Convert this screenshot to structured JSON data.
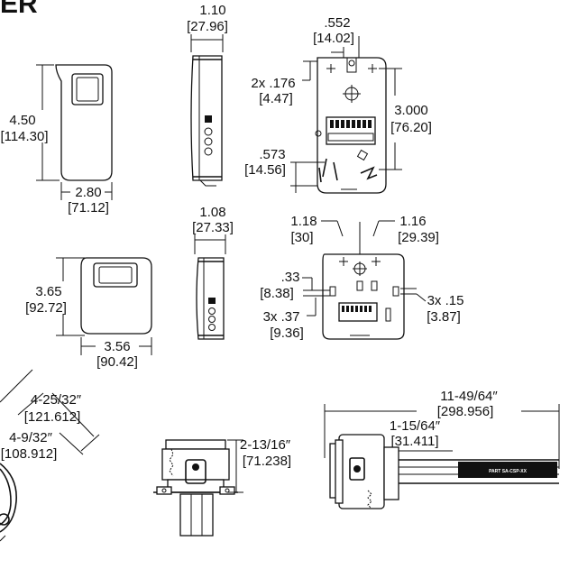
{
  "header": {
    "title_fragment": "ER"
  },
  "front_view_large": {
    "height_in": "4.50",
    "height_mm": "[114.30]",
    "width_in": "2.80",
    "width_mm": "[71.12]"
  },
  "side_view_large": {
    "depth_in": "1.10",
    "depth_mm": "[27.96]"
  },
  "back_view_large": {
    "hole_offset_in": ".552",
    "hole_offset_mm": "[14.02]",
    "hole_dia_in": "2x .176",
    "hole_dia_mm": "[4.47]",
    "hole_spacing_in": "3.000",
    "hole_spacing_mm": "[76.20]",
    "edge_offset_in": ".573",
    "edge_offset_mm": "[14.56]"
  },
  "side_view_small": {
    "depth_in": "1.08",
    "depth_mm": "[27.33]"
  },
  "front_view_small": {
    "height_in": "3.65",
    "height_mm": "[92.72]",
    "width_in": "3.56",
    "width_mm": "[90.42]"
  },
  "back_view_small": {
    "left_in": "1.18",
    "left_mm": "[30]",
    "right_in": "1.16",
    "right_mm": "[29.39]",
    "offset_in": ".33",
    "offset_mm": "[8.38]",
    "slot_in": "3x .37",
    "slot_mm": "[9.36]",
    "slot2_in": "3x .15",
    "slot2_mm": "[3.87]"
  },
  "round_view": {
    "outer_in": "4-25/32″",
    "outer_mm": "[121.612]",
    "inner_in": "4-9/32″",
    "inner_mm": "[108.912]"
  },
  "junction_box": {
    "height_in": "2-13/16″",
    "height_mm": "[71.238]"
  },
  "duct_probe": {
    "length_in": "11-49/64″",
    "length_mm": "[298.956]",
    "flange_in": "1-15/64″",
    "flange_mm": "[31.411]",
    "probe_print": "PART SA-CSP-XX"
  }
}
